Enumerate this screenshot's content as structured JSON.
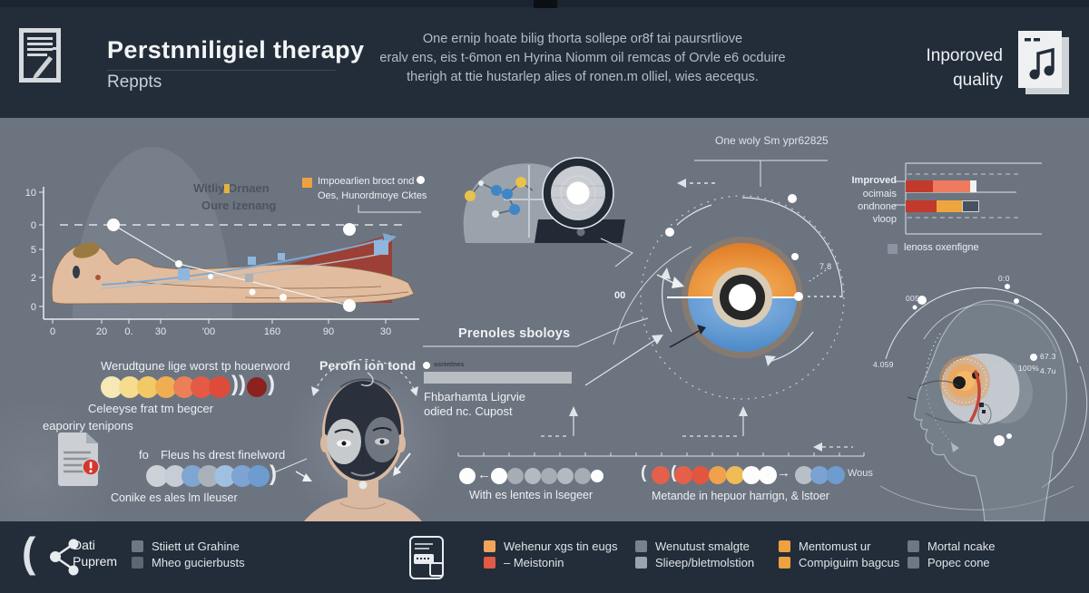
{
  "colors": {
    "header_bg": "#232d3a",
    "canvas_bg": "#6c7480",
    "accent_orange": "#eda23f",
    "accent_red": "#e2503c",
    "accent_blue": "#6f9cd0",
    "maroon_area": "#9c4036",
    "gauge_orange": "#f0953e",
    "gauge_blue": "#5590cc"
  },
  "header": {
    "title": "Perstnniligiel therapy",
    "subtitle": "Reppts",
    "para_line1": "One ernip hoate bilig thorta sollepe or8f tai paursrtliove",
    "para_line2": "eralv ens, eis t-6mon en Hyrina Niomm oil remcas of Orvle e6 ocduire",
    "para_line3": "therigh at ttie hustarlep alies of ronen.m olliel, wies aecequs.",
    "right_line1": "Inporoved",
    "right_line2": "quality"
  },
  "left_chart": {
    "y_ticks": [
      "10",
      "0",
      "5",
      "2",
      "0"
    ],
    "x_ticks": [
      "0",
      "20",
      "0.",
      "30",
      "'00",
      "160",
      "90",
      "30"
    ],
    "dome_label1": "Witliy Ornaen",
    "dome_label2": "Oure Izenang",
    "legend1": "Impoearlien broct ond",
    "legend2": "Oes, Hunordmoye Cktes"
  },
  "gauge": {
    "top_label": "One woly Sm ypr62825",
    "left_value": "00",
    "right_value": "7.8"
  },
  "promotes": {
    "heading": "Prenoles sboloys",
    "mini": "osrentnes",
    "line1": "Fhbarhamta Ligrvie",
    "line2": "odied nc. Cupost"
  },
  "warm_dots": {
    "heading": "Werudtgune lige worst tp houerword",
    "caption": "Celeeyse frat tm begcer",
    "side_label": "eaporiry tenipons",
    "colors": [
      "#f6e9b5",
      "#f6dc8e",
      "#f3c967",
      "#efae52",
      "#ea7f58",
      "#e45a45",
      "#df4b3a"
    ],
    "dark_color": "#8c211d"
  },
  "blue_dots": {
    "prefix": "fo",
    "heading": "Fleus hs drest finelword",
    "caption": "Conike es ales lm Ileuser",
    "colors": [
      "#ccd2d8",
      "#c6cdd5",
      "#7fa6d2",
      "#a9b1b9",
      "#9fc0e0",
      "#7da4d2",
      "#6f9cd0"
    ]
  },
  "face": {
    "label": "Perofn ion tond"
  },
  "timeline": {
    "caption_left": "With es lentes in lsegeer",
    "caption_right": "Metande in hepuor harrign, & lstoer",
    "suffix": "Wous",
    "left_colors": [
      "#fdfdfe",
      "#fdfdfe",
      "#a7adb4",
      "#b4bac1",
      "#a7adb4",
      "#b4bac1",
      "#a7adb4",
      "#fdfdfe"
    ],
    "right_colors": [
      "#e4604a",
      "#e4604a",
      "#e4553f",
      "#efa14c",
      "#f0bc55",
      "#fdfdfe",
      "#fdfdfe",
      "#b9bfc6",
      "#7aa3d4",
      "#6f9cd0"
    ]
  },
  "right_chart": {
    "row_labels": [
      "Improved",
      "ocimais",
      "ondnone",
      "vloop"
    ],
    "legend": "lenoss oxenfigne"
  },
  "head_labels": {
    "v1": "0:0",
    "v2": "005",
    "v3": "4.059",
    "v4": "100%",
    "v5": "67.3",
    "v6": "4.7u"
  },
  "footer": {
    "item_line1": "Dati",
    "item_line2": "Puprem",
    "legend": [
      {
        "label": "Stiiett ut Grahine",
        "style": "background:#6e7784"
      },
      {
        "label": "Mheo gucierbusts",
        "style": "background:#5d6673"
      },
      {
        "label": "Wehenur xgs tin eugs",
        "style": "background:#f0a45c"
      },
      {
        "label": "– Meistonin",
        "style": "background:#e25947"
      },
      {
        "label": "Wenutust smalgte",
        "style": "background:#78828f"
      },
      {
        "label": "Slieep/bletmolstion",
        "style": "background:#9aa3ae"
      },
      {
        "label": "Mentomust ur",
        "style": "background:#eda23f"
      },
      {
        "label": "Compiguim bagcus",
        "style": "background:#eda23f"
      },
      {
        "label": "Mortal ncake",
        "style": "background:#6e7885"
      },
      {
        "label": "Popec cone",
        "style": "background:#6e7885"
      }
    ]
  },
  "chart_data": [
    {
      "type": "line",
      "title": "sleep-session line chart over reclining figure",
      "x_ticks": [
        "0",
        "20",
        "0.",
        "30",
        "'00",
        "160",
        "90",
        "30"
      ],
      "y_ticks": [
        "10",
        "0",
        "5",
        "2",
        "0"
      ],
      "series": [
        {
          "name": "Impoearlien broct ond (blue rising line)",
          "approx_points": [
            [
              20,
              2
            ],
            [
              100,
              3.2
            ],
            [
              160,
              4.6
            ],
            [
              190,
              6
            ]
          ]
        },
        {
          "name": "Oes, Hunordmoye Cktes (white dotted line)",
          "approx_points": [
            [
              25,
              6
            ],
            [
              55,
              4.2
            ],
            [
              120,
              1.5
            ],
            [
              165,
              0.4
            ]
          ]
        }
      ],
      "extras": [
        "dashed-baseline-at-0",
        "maroon-wedge-area-right"
      ]
    },
    {
      "type": "bar",
      "orientation": "horizontal-stacked",
      "rows": [
        {
          "label": "Improved",
          "segments": [
            30,
            41,
            7
          ],
          "segment_colors": [
            "#c13a2c",
            "#ef7a5e",
            "#f2f3f4"
          ]
        },
        {
          "label": "ondnone",
          "segments": [
            34,
            28,
            19
          ],
          "segment_colors": [
            "#c13a2c",
            "#eda53f",
            "#47525e"
          ]
        }
      ],
      "legend": [
        "lenoss oxenfigne"
      ]
    }
  ]
}
